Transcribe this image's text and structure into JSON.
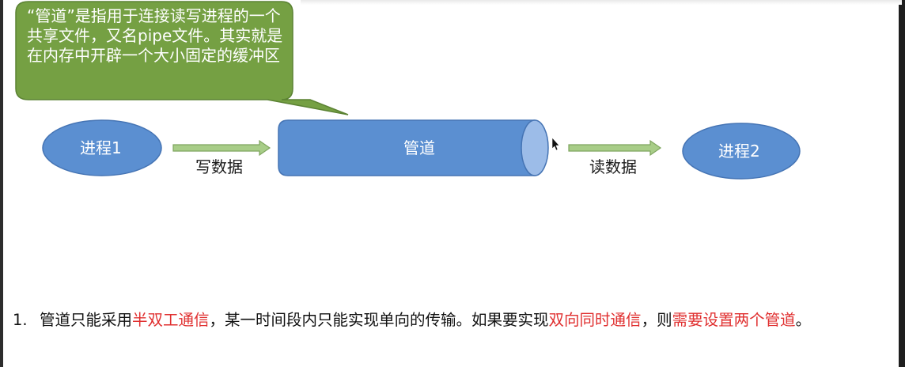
{
  "colors": {
    "callout_fill": "#75a043",
    "callout_border": "#5b8233",
    "node_fill": "#5b8fd1",
    "node_border": "#4574b4",
    "pipe_end_fill": "#9cbce8",
    "arrow_fill": "#a8cd88",
    "arrow_border": "#7ea55e",
    "highlight_text": "#e02f2f"
  },
  "callout": {
    "text": "“管道”是指用于连接读写进程的一个共享文件，又名pipe文件。其实就是在内存中开辟一个大小固定的缓冲区"
  },
  "diagram": {
    "process1": "进程1",
    "pipe": "管道",
    "process2": "进程2",
    "write_label": "写数据",
    "read_label": "读数据"
  },
  "note": {
    "number": "1.",
    "parts": {
      "p1": "管道只能采用",
      "h1": "半双工通信",
      "p2": "，某一时间段内只能实现单向的传输。如果要实现",
      "h2": "双向同时通信",
      "p3": "，则",
      "h3": "需要设置两个管道",
      "p4": "。"
    }
  }
}
